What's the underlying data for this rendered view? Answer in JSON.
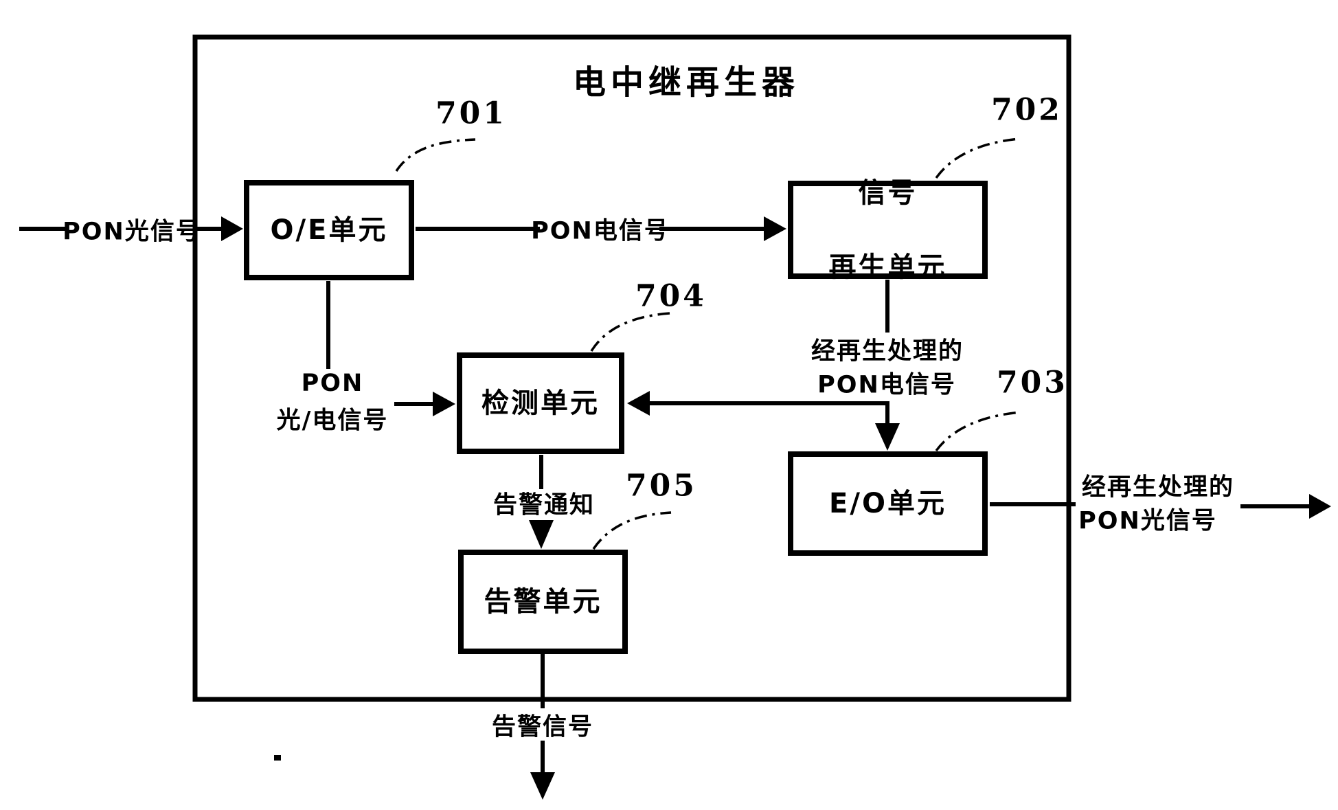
{
  "title": "电中继再生器",
  "blocks": {
    "oe": {
      "ref": "701",
      "label": "O/E单元"
    },
    "regen": {
      "ref": "702",
      "label1": "信号",
      "label2": "再生单元"
    },
    "detect": {
      "ref": "704",
      "label": "检测单元"
    },
    "eo": {
      "ref": "703",
      "label": "E/O单元"
    },
    "alarm": {
      "ref": "705",
      "label": "告警单元"
    }
  },
  "signals": {
    "input": "PON光信号",
    "pon_electrical": "PON电信号",
    "pon_opt_elec_1": "PON",
    "pon_opt_elec_2": "光/电信号",
    "regen_processed_1": "经再生处理的",
    "regen_processed_2": "PON电信号",
    "alarm_notice": "告警通知",
    "output_1": "经再生处理的",
    "output_2": "PON光信号",
    "alarm_signal": "告警信号"
  },
  "colors": {
    "ink": "#000000",
    "paper": "#ffffff"
  }
}
